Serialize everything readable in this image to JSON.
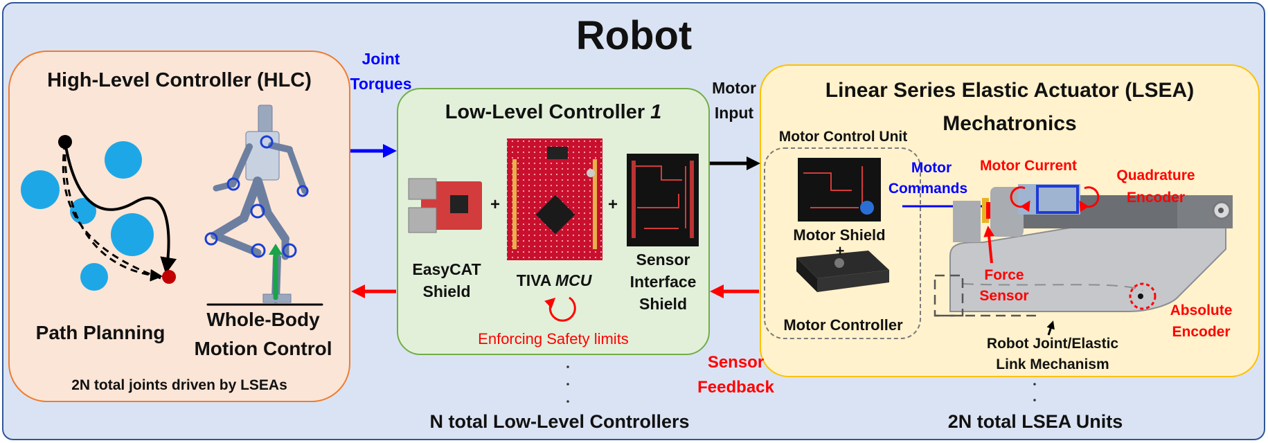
{
  "title": "Robot",
  "hlc": {
    "title": "High-Level Controller (HLC)",
    "path_planning": "Path Planning",
    "wbmc_line1": "Whole-Body",
    "wbmc_line2": "Motion Control",
    "footer": "2N total joints driven by LSEAs"
  },
  "llc": {
    "title": "Low-Level Controller ",
    "title_index": "1",
    "easycat_line1": "EasyCAT",
    "easycat_line2": "Shield",
    "tiva_prefix": "TIVA ",
    "tiva_italic": "MCU",
    "sensor_line1": "Sensor",
    "sensor_line2": "Interface",
    "sensor_line3": "Shield",
    "plus": "+",
    "safety": "Enforcing Safety limits",
    "footer": "N total Low-Level Controllers"
  },
  "lsea": {
    "title_line1": "Linear Series Elastic Actuator (LSEA)",
    "title_line2": "Mechatronics",
    "mcu_label": "Motor Control Unit",
    "motor_shield": "Motor Shield",
    "plus": "+",
    "motor_controller": "Motor Controller",
    "motor_commands_line1": "Motor",
    "motor_commands_line2": "Commands",
    "motor_current": "Motor Current",
    "quad_line1": "Quadrature",
    "quad_line2": "Encoder",
    "force_line1": "Force",
    "force_line2": "Sensor",
    "abs_line1": "Absolute",
    "abs_line2": "Encoder",
    "joint_line1": "Robot Joint/Elastic",
    "joint_line2": "Link Mechanism",
    "footer": "2N total LSEA Units"
  },
  "arrows": {
    "joint_torques_line1": "Joint",
    "joint_torques_line2": "Torques",
    "motor_input_line1": "Motor",
    "motor_input_line2": "Input",
    "sensor_feedback_line1": "Sensor",
    "sensor_feedback_line2": "Feedback"
  },
  "colors": {
    "outer_bg": "#dae3f3",
    "outer_border": "#2f5597",
    "hlc_bg": "#fbe5d6",
    "hlc_border": "#ed7d31",
    "llc_bg": "#e2f0d9",
    "llc_border": "#70ad47",
    "lsea_bg": "#fff2cc",
    "lsea_border": "#ffc000",
    "blue": "#0000ff",
    "red": "#ff0000",
    "pcb_red": "#c8102e",
    "obstacle": "#1ea7e6"
  }
}
